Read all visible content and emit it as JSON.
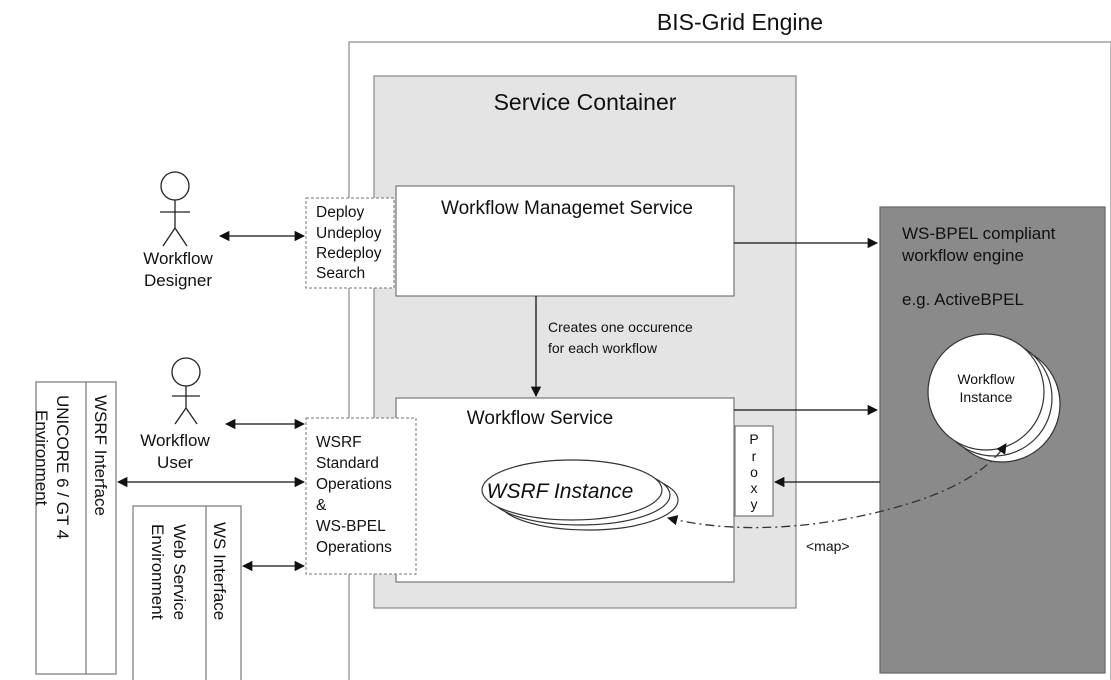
{
  "engine": {
    "title": "BIS-Grid Engine"
  },
  "container": {
    "title": "Service Container"
  },
  "management_service": {
    "label": "Workflow Managemet Service"
  },
  "creates_note": {
    "line1": "Creates one occurence",
    "line2": "for each workflow"
  },
  "workflow_service": {
    "label": "Workflow Service"
  },
  "wsrf_instance": {
    "label": "WSRF Instance"
  },
  "proxy": {
    "letters": [
      "P",
      "r",
      "o",
      "x",
      "y"
    ]
  },
  "deploy_ops": {
    "lines": [
      "Deploy",
      "Undeploy",
      "Redeploy",
      "Search"
    ]
  },
  "wsrf_ops": {
    "lines": [
      "WSRF",
      "Standard",
      "Operations",
      "&",
      "WS-BPEL",
      "Operations"
    ]
  },
  "actors": {
    "designer": {
      "line1": "Workflow",
      "line2": "Designer"
    },
    "user": {
      "line1": "Workflow",
      "line2": "User"
    }
  },
  "bpel_engine": {
    "line1": "WS-BPEL compliant",
    "line2": "workflow engine",
    "line3": "e.g. ActiveBPEL",
    "instance_line1": "Workflow",
    "instance_line2": "Instance"
  },
  "map_label": "<map>",
  "wsrf_interface": {
    "interface_label": "WSRF Interface",
    "env_line1": "UNICORE 6 / GT 4",
    "env_line2": "Environment"
  },
  "ws_interface": {
    "interface_label": "WS Interface",
    "env_line1": "Web Service",
    "env_line2": "Environment"
  },
  "colors": {
    "container_fill": "#e4e4e4",
    "bpel_fill": "#8a8a8a",
    "box_stroke": "#888888",
    "line": "#111111"
  }
}
